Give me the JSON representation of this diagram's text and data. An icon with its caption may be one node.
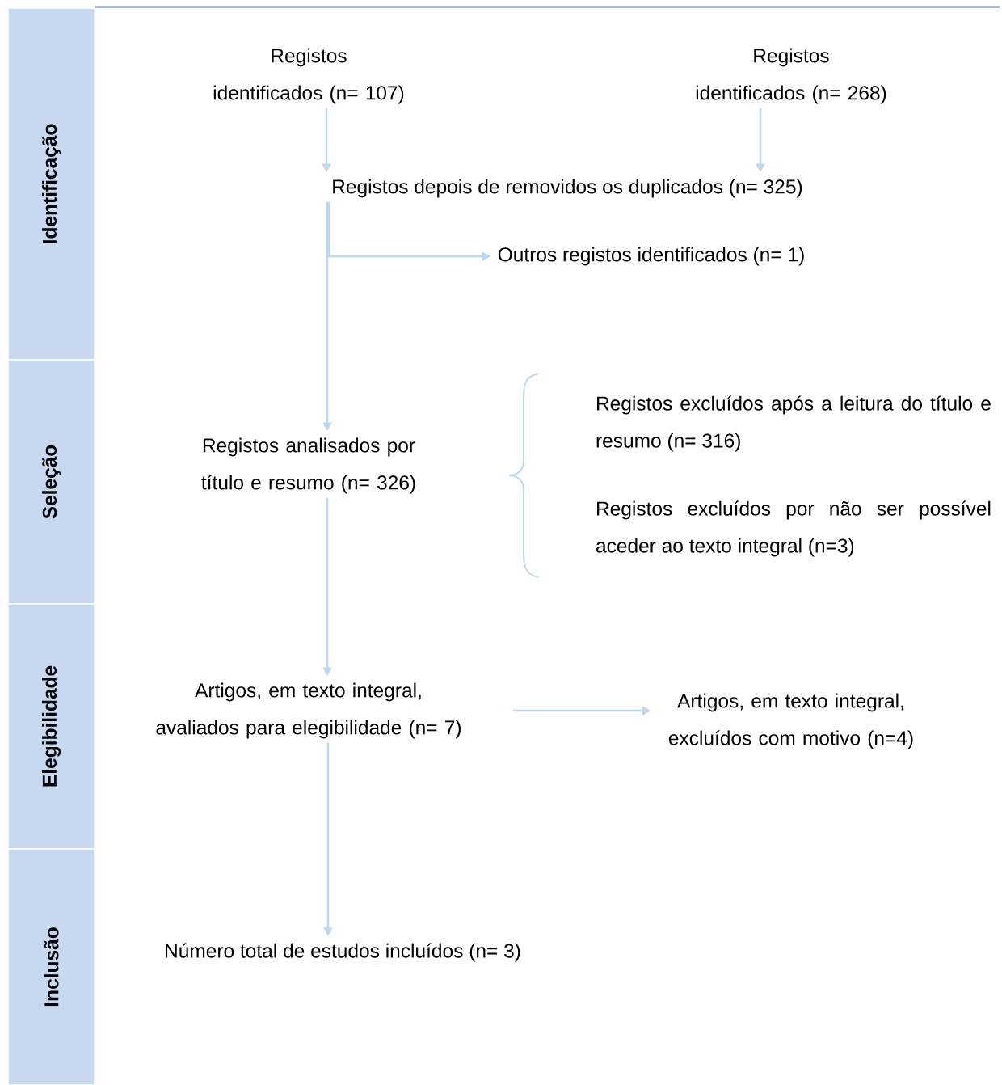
{
  "diagram": {
    "nodes": [
      {
        "text": [
          "Identificação"
        ]
      },
      {
        "text": [
          "Seleção"
        ]
      },
      {
        "text": [
          "Elegibilidade"
        ]
      },
      {
        "text": [
          "Inclusão"
        ]
      },
      {
        "text": [
          "Registos identificados (n= 107)"
        ]
      },
      {
        "text": [
          "Registos identificados (n= 268)"
        ]
      },
      {
        "text": [
          "Registos depois de removidos os duplicados (n= 325)"
        ]
      },
      {
        "text": [
          "Outros registos identificados (n= 1)"
        ]
      },
      {
        "text": [
          "Registos analisados por título e resumo (n= 326)"
        ]
      },
      {
        "text": [
          "Registos excluídos após a leitura do título e resumo (n= 316)"
        ]
      },
      {
        "text": [
          "Registos excluídos por não ser possível aceder ao texto integral (n=3)"
        ]
      },
      {
        "text": [
          "Artigos, em texto integral, avaliados para elegibilidade (n= 7)"
        ]
      },
      {
        "text": [
          "Artigos, em texto integral, excluídos com motivo (n=4)"
        ]
      },
      {
        "text": [
          "Número total de estudos incluídos (n= 3)"
        ]
      }
    ],
    "edges": [
      {
        "from": 4,
        "to": 6,
        "arrow": "to"
      },
      {
        "from": 5,
        "to": 6,
        "arrow": "to"
      },
      {
        "from": 6,
        "to": 8,
        "arrow": "to"
      },
      {
        "from": 6,
        "to": 7,
        "arrow": "to"
      },
      {
        "from": 8,
        "to": 11,
        "arrow": "to"
      },
      {
        "from": 11,
        "to": 12,
        "arrow": "to"
      },
      {
        "from": 11,
        "to": 13,
        "arrow": "to"
      }
    ]
  }
}
